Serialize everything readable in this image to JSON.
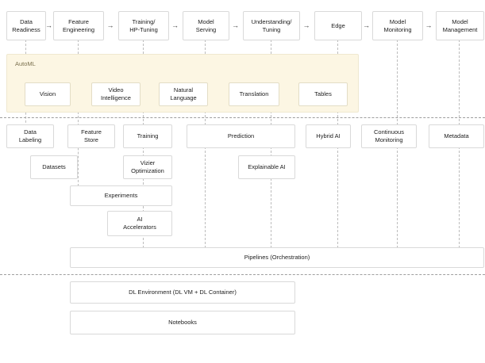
{
  "stages": [
    {
      "label": "Data\nReadiness"
    },
    {
      "label": "Feature\nEngineering"
    },
    {
      "label": "Training/\nHP-Tuning"
    },
    {
      "label": "Model\nServing"
    },
    {
      "label": "Understanding/\nTuning"
    },
    {
      "label": "Edge"
    },
    {
      "label": "Model\nMonitoring"
    },
    {
      "label": "Model\nManagement"
    }
  ],
  "icons": {
    "arrow_right": "→"
  },
  "automl": {
    "label": "AutoML",
    "items": [
      {
        "label": "Vision"
      },
      {
        "label": "Video\nIntelligence"
      },
      {
        "label": "Natural\nLanguage"
      },
      {
        "label": "Translation"
      },
      {
        "label": "Tables"
      }
    ]
  },
  "platform_rows": {
    "row1": [
      {
        "label": "Data\nLabeling"
      },
      {
        "label": "Feature\nStore"
      },
      {
        "label": "Training"
      },
      {
        "label": "Prediction"
      },
      {
        "label": "Hybrid AI"
      },
      {
        "label": "Continuous\nMonitoring"
      },
      {
        "label": "Metadata"
      }
    ],
    "row2": [
      {
        "label": "Datasets"
      },
      {
        "label": "Vizier\nOptimization"
      },
      {
        "label": "Explainable AI"
      }
    ],
    "row3": [
      {
        "label": "Experiments"
      }
    ],
    "row4": [
      {
        "label": "AI\nAccelerators"
      }
    ],
    "row5": [
      {
        "label": "Pipelines (Orchestration)"
      }
    ]
  },
  "foundation": [
    {
      "label": "DL Environment (DL VM + DL Container)"
    },
    {
      "label": "Notebooks"
    }
  ],
  "colors": {
    "automl_bg": "#fcf6e3",
    "automl_border": "#efe8d0",
    "box_border": "#d9d9d9",
    "connector": "#bdbdbd"
  }
}
